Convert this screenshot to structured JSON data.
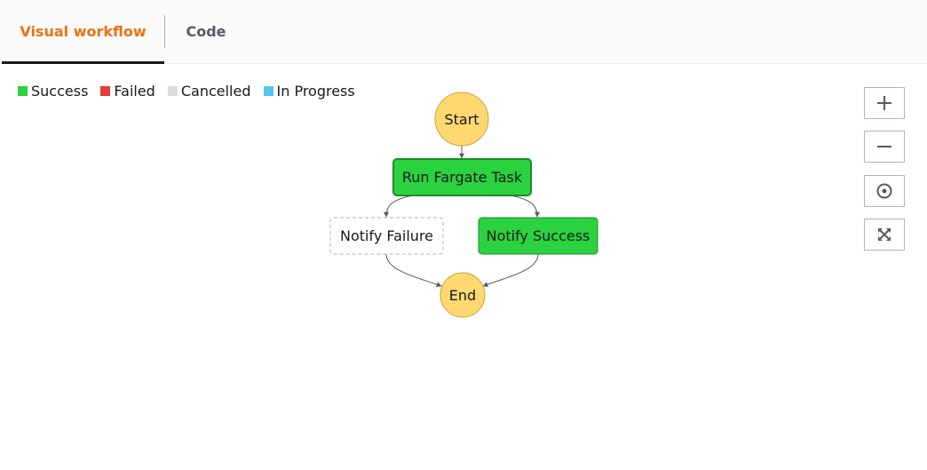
{
  "tabs": {
    "visual": "Visual workflow",
    "code": "Code"
  },
  "legend": [
    {
      "label": "Success",
      "color": "#2bd23f"
    },
    {
      "label": "Failed",
      "color": "#e33e30"
    },
    {
      "label": "Cancelled",
      "color": "#dddddd"
    },
    {
      "label": "In Progress",
      "color": "#54c6ea"
    }
  ],
  "workflow": {
    "start": "Start",
    "run_task": "Run Fargate Task",
    "notify_failure": "Notify Failure",
    "notify_success": "Notify Success",
    "end": "End"
  },
  "colors": {
    "accent": "#ec7211",
    "success": "#2bd23f",
    "terminal": "#ffd970"
  },
  "zoom_controls": [
    "plus-icon",
    "minus-icon",
    "center-icon",
    "fit-to-screen-icon"
  ]
}
